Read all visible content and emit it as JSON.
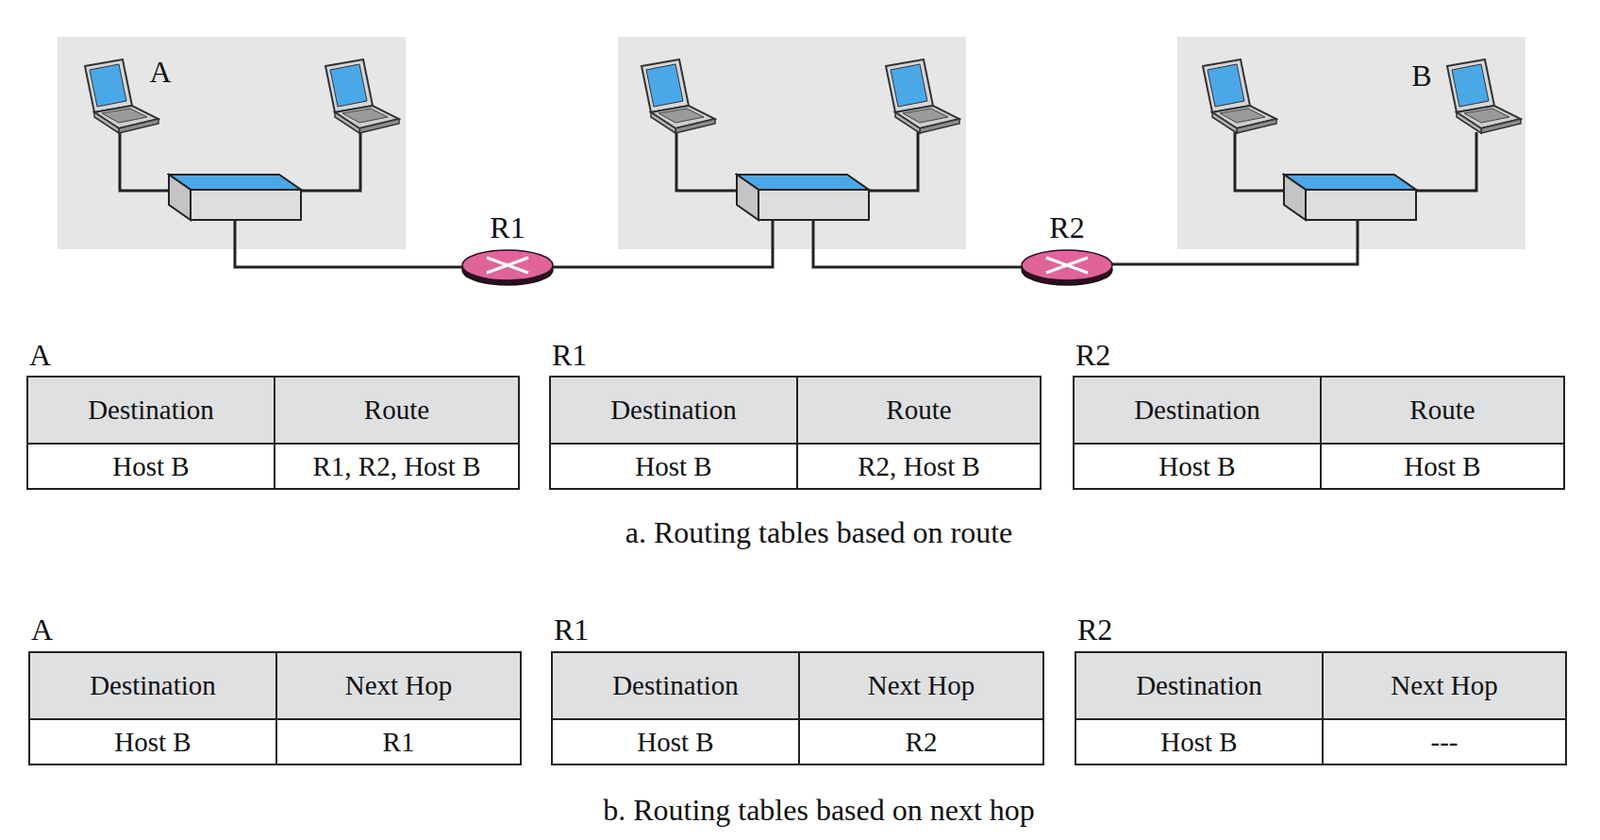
{
  "diagram": {
    "nodes": [
      {
        "text": [
          "R1"
        ]
      },
      {
        "text": [
          "R2"
        ]
      }
    ],
    "labels": [
      "A",
      "B",
      "A",
      "Destination",
      "Route",
      "Host B",
      "R1, R2, Host B",
      "R1",
      "Destination",
      "Route",
      "Host B",
      "R2, Host B",
      "R2",
      "Destination",
      "Route",
      "Host B",
      "Host B",
      "a. Routing tables based on route",
      "A",
      "Destination",
      "Next Hop",
      "Host B",
      "R1",
      "R1",
      "Destination",
      "Next Hop",
      "Host B",
      "R2",
      "R2",
      "Destination",
      "Next Hop",
      "Host B",
      "---",
      "b. Routing tables based on next hop"
    ]
  }
}
